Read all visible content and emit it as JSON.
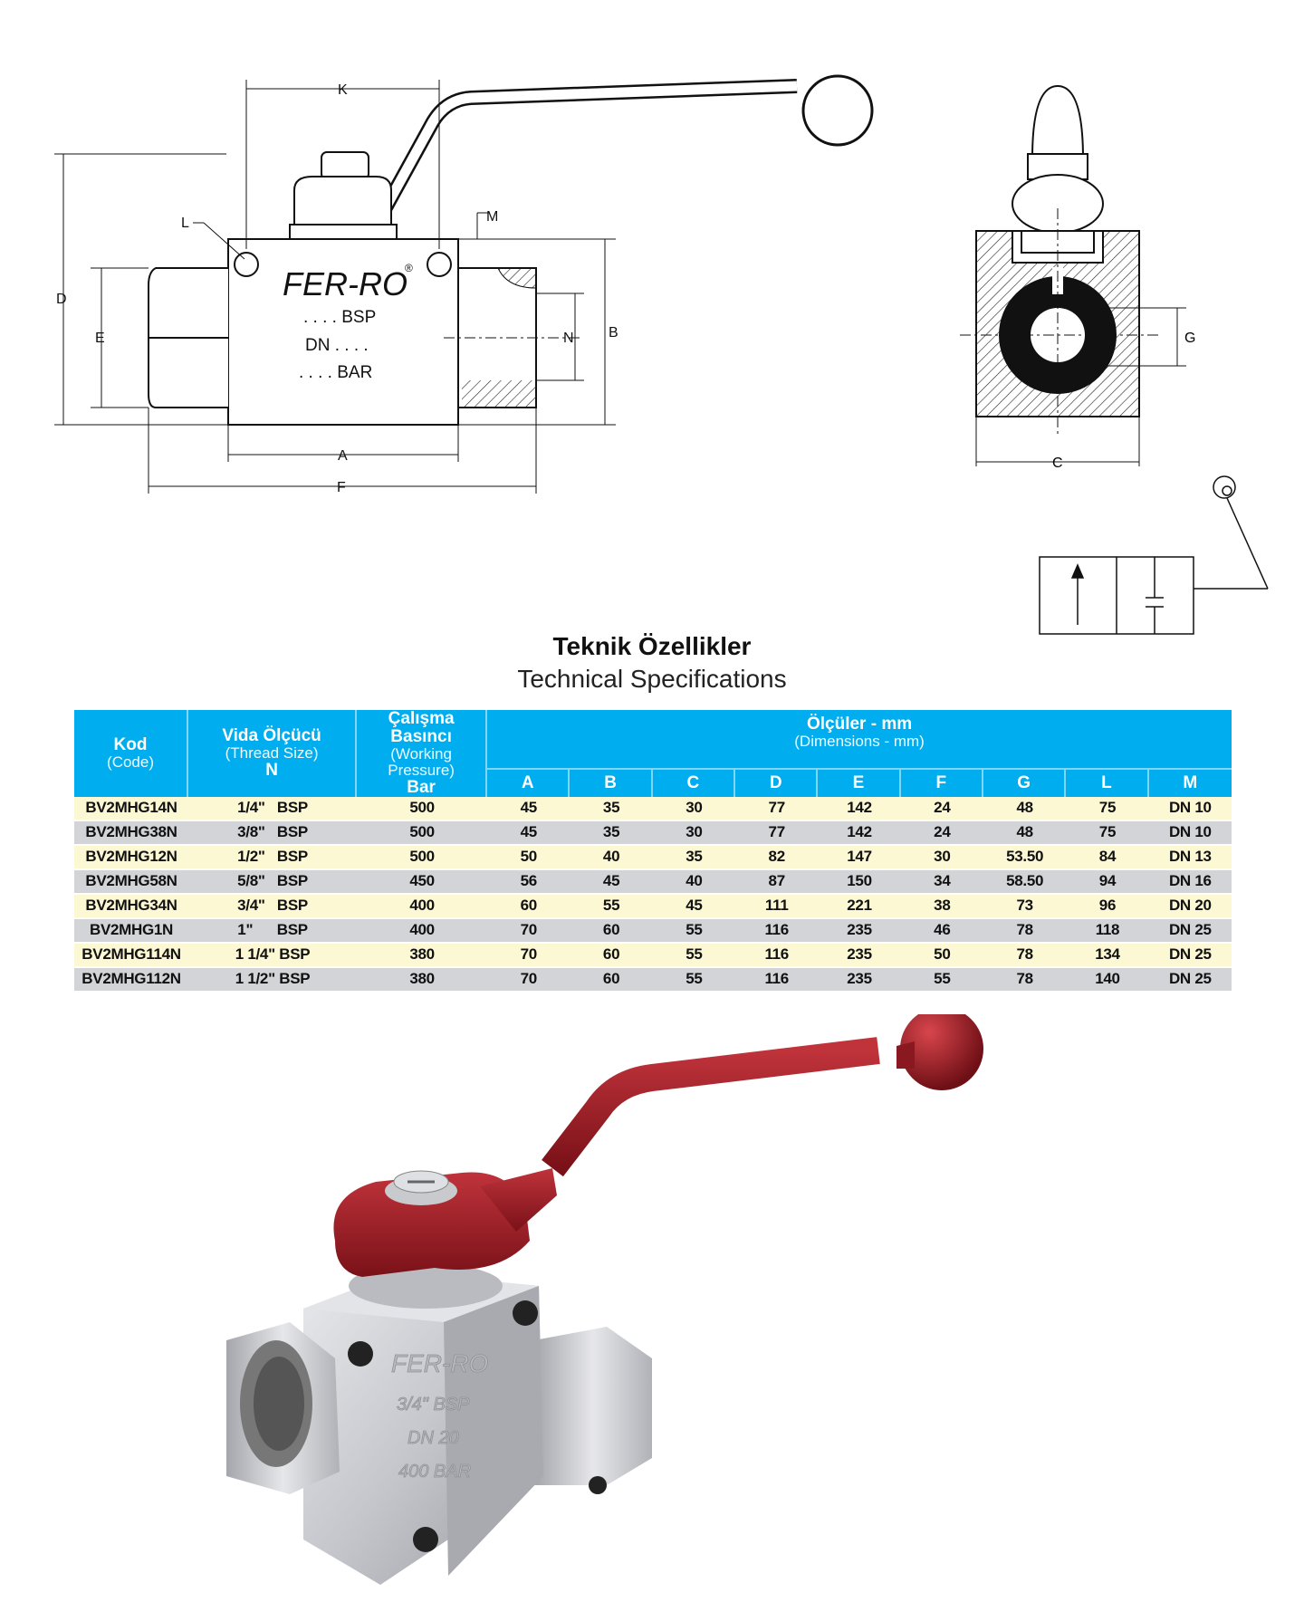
{
  "drawing": {
    "brand": "FER-RO",
    "registered": "®",
    "line1": ". . . .  BSP",
    "line2": "DN . . . .",
    "line3": ". . . .   BAR",
    "dim_labels": {
      "K": "K",
      "L": "L",
      "M": "M",
      "D": "D",
      "E": "E",
      "N": "N",
      "B": "B",
      "A": "A",
      "F": "F",
      "G": "G",
      "C": "C"
    }
  },
  "heading": {
    "title": "Teknik Özellikler",
    "subtitle": "Technical Specifications"
  },
  "table": {
    "headers": {
      "kod": "Kod",
      "kod_sub": "(Code)",
      "vida": "Vida Ölçücü",
      "vida_sub": "(Thread Size)",
      "vida_n": "N",
      "basinc": "Çalışma Basıncı",
      "basinc_sub": "(Working Pressure)",
      "basinc_bar": "Bar",
      "olculer": "Ölçüler - mm",
      "olculer_sub": "(Dimensions - mm)",
      "dims": [
        "A",
        "B",
        "C",
        "D",
        "E",
        "F",
        "G",
        "L",
        "M"
      ]
    },
    "rows": [
      [
        "BV2MHG14N",
        "1/4\"   BSP",
        "500",
        "45",
        "35",
        "30",
        "77",
        "142",
        "24",
        "48",
        "75",
        "DN 10"
      ],
      [
        "BV2MHG38N",
        "3/8\"   BSP",
        "500",
        "45",
        "35",
        "30",
        "77",
        "142",
        "24",
        "48",
        "75",
        "DN 10"
      ],
      [
        "BV2MHG12N",
        "1/2\"   BSP",
        "500",
        "50",
        "40",
        "35",
        "82",
        "147",
        "30",
        "53.50",
        "84",
        "DN 13"
      ],
      [
        "BV2MHG58N",
        "5/8\"   BSP",
        "450",
        "56",
        "45",
        "40",
        "87",
        "150",
        "34",
        "58.50",
        "94",
        "DN 16"
      ],
      [
        "BV2MHG34N",
        "3/4\"   BSP",
        "400",
        "60",
        "55",
        "45",
        "111",
        "221",
        "38",
        "73",
        "96",
        "DN 20"
      ],
      [
        "BV2MHG1N",
        "1\"      BSP",
        "400",
        "70",
        "60",
        "55",
        "116",
        "235",
        "46",
        "78",
        "118",
        "DN 25"
      ],
      [
        "BV2MHG114N",
        "1 1/4\" BSP",
        "380",
        "70",
        "60",
        "55",
        "116",
        "235",
        "50",
        "78",
        "134",
        "DN 25"
      ],
      [
        "BV2MHG112N",
        "1 1/2\" BSP",
        "380",
        "70",
        "60",
        "55",
        "116",
        "235",
        "55",
        "78",
        "140",
        "DN 25"
      ]
    ]
  },
  "photo": {
    "brand": "FER-RO",
    "line1": "3/4\" BSP",
    "line2": "DN 20",
    "line3": "400 BAR"
  },
  "colors": {
    "header_blue": "#00adef",
    "row_yellow": "#fdf8d4",
    "row_gray": "#d3d4d8",
    "handle_red": "#9b1c24"
  }
}
